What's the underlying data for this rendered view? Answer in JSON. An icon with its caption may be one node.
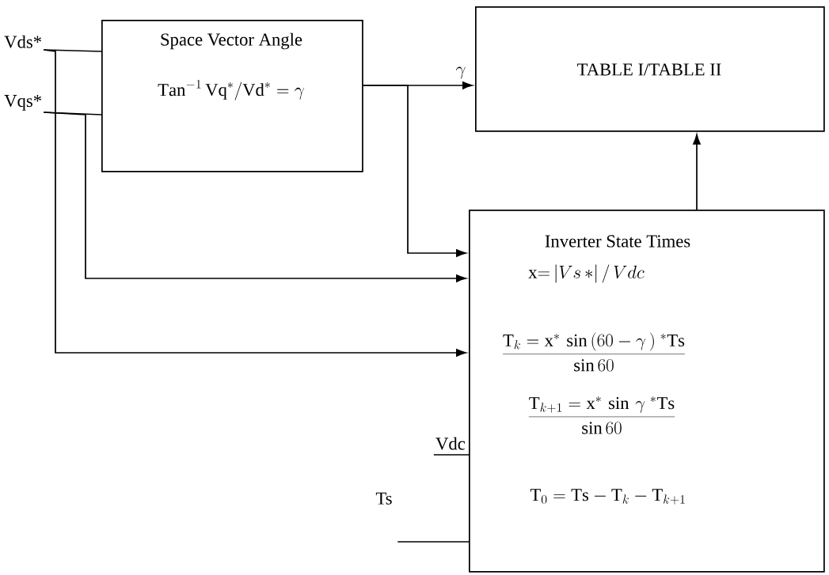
{
  "diagram": {
    "nodes": [
      {
        "text": [
          "Vds*"
        ]
      },
      {
        "text": [
          "Vqs*"
        ]
      },
      {
        "text": [
          "Space Vector Angle",
          "\\mathrm{Tan}^{-1}\\,\\mathrm{Vq}^{*}/\\mathrm{Vd}^{*} = \\gamma"
        ]
      },
      {
        "text": [
          "TABLE I/TABLE II"
        ]
      },
      {
        "text": [
          "Inverter State Times",
          "\\mathrm{x}{=}\\left| Vs\\,{*}\\right| / \\,Vdc",
          "\\frac{\\mathrm{T}_{k} = \\mathrm{x}^{*}\\,\\sin\\,(60 - \\gamma\\,)\\ {}^{*}\\mathrm{Ts}}{\\sin 60}",
          "\\frac{\\mathrm{T}_{k+1} = \\mathrm{x}^{*}\\,\\sin\\,\\gamma\\ {}^{*}\\mathrm{Ts}}{\\sin 60}",
          "\\mathrm{T}_{0} = \\mathrm{Ts} - \\mathrm{T}_{k} - \\mathrm{T}_{k+1}"
        ]
      },
      {
        "text": [
          "Vdc"
        ]
      },
      {
        "text": [
          "Ts"
        ]
      }
    ],
    "edges": [
      {
        "from": 0,
        "to": 2,
        "arrow": "none"
      },
      {
        "from": 1,
        "to": 2,
        "arrow": "none"
      },
      {
        "from": 0,
        "to": 4,
        "arrow": "to"
      },
      {
        "from": 1,
        "to": 4,
        "arrow": "to"
      },
      {
        "from": 2,
        "to": 3,
        "arrow": "to",
        "label": "\\gamma"
      },
      {
        "from": 2,
        "to": 4,
        "arrow": "to"
      },
      {
        "from": 4,
        "to": 3,
        "arrow": "to"
      },
      {
        "from": 5,
        "to": 4,
        "arrow": "none"
      },
      {
        "from": 6,
        "to": 4,
        "arrow": "none"
      }
    ]
  }
}
